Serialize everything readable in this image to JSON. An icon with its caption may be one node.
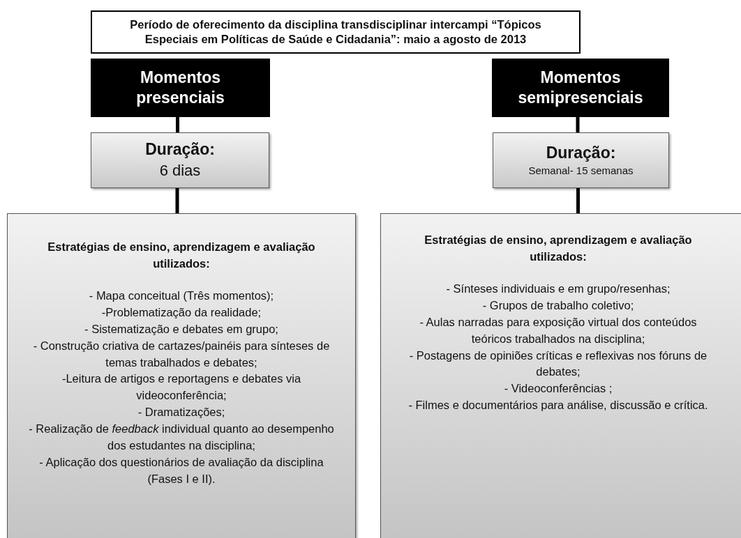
{
  "diagram": {
    "nodes": [
      {
        "text": [
          "Período de oferecimento da disciplina transdisciplinar intercampi “Tópicos Especiais em Políticas de Saúde e Cidadania”: maio a agosto de 2013"
        ]
      },
      {
        "text": [
          "Momentos presenciais"
        ]
      },
      {
        "text": [
          "Momentos semipresenciais"
        ]
      },
      {
        "text": [
          "Duração:",
          "6 dias"
        ]
      },
      {
        "text": [
          "Duração:",
          "Semanal- 15 semanas"
        ]
      },
      {
        "text": [
          "Estratégias de ensino, aprendizagem e avaliação utilizados:",
          "- Mapa conceitual (Três momentos);",
          "-Problematização da realidade;",
          "- Sistematização e debates em grupo;",
          "- Construção criativa de cartazes/painéis para sínteses de temas trabalhados e debates;",
          "-Leitura de artigos e reportagens e debates via videoconferência;",
          "- Dramatizações;",
          "- Realização de *feedback* individual quanto ao desempenho dos estudantes na disciplina;",
          "- Aplicação dos questionários de avaliação da disciplina (Fases I e II)."
        ]
      },
      {
        "text": [
          "Estratégias de ensino, aprendizagem e avaliação utilizados:",
          "- Sínteses individuais e em grupo/resenhas;",
          "- Grupos de trabalho coletivo;",
          "- Aulas narradas para exposição virtual dos conteúdos teóricos trabalhados na disciplina;",
          "- Postagens de opiniões críticas e reflexivas nos fóruns de debates;",
          "- Videoconferências ;",
          "- Filmes e documentários para análise, discussão e crítica."
        ]
      }
    ],
    "edges": [
      {
        "from": 1,
        "to": 3,
        "arrow": "none"
      },
      {
        "from": 3,
        "to": 5,
        "arrow": "none"
      },
      {
        "from": 2,
        "to": 4,
        "arrow": "none"
      },
      {
        "from": 4,
        "to": 6,
        "arrow": "none"
      }
    ]
  }
}
